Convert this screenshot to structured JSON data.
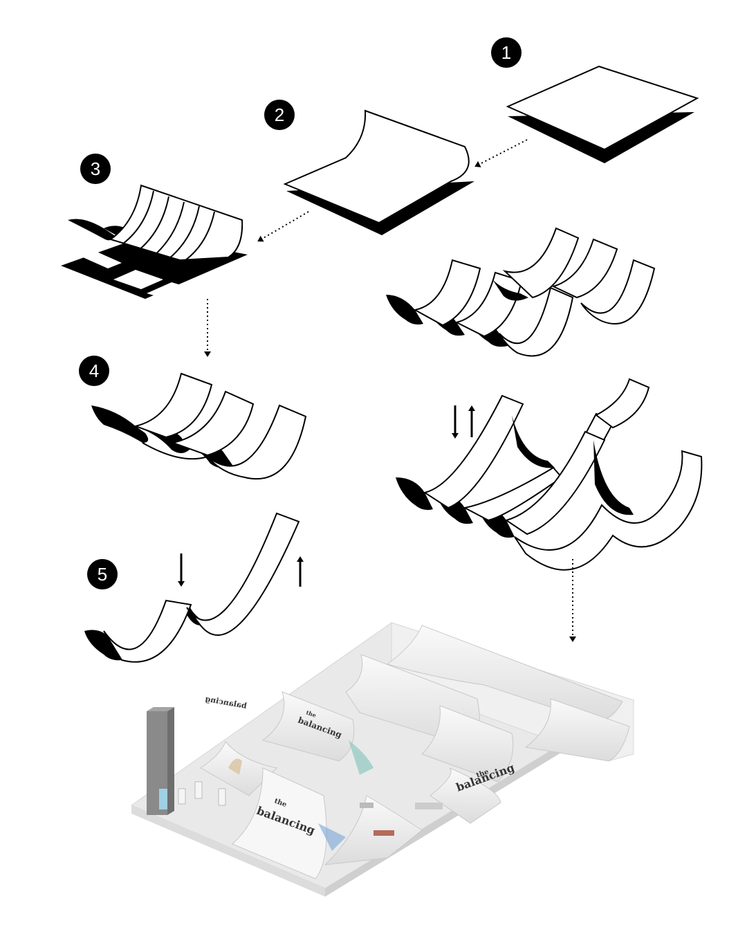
{
  "steps": [
    {
      "number": "1"
    },
    {
      "number": "2"
    },
    {
      "number": "3"
    },
    {
      "number": "4"
    },
    {
      "number": "5"
    }
  ],
  "signage": {
    "brand_the": "the",
    "brand_name": "balancing"
  },
  "colors": {
    "ink": "#000000",
    "paper": "#ffffff",
    "render_floor": "#e9e9e9",
    "render_sheet": "#f4f4f4",
    "render_shadow": "#cfcfcf"
  },
  "icons": [
    "step-badge",
    "dotted-arrow",
    "down-arrow",
    "up-arrow"
  ]
}
